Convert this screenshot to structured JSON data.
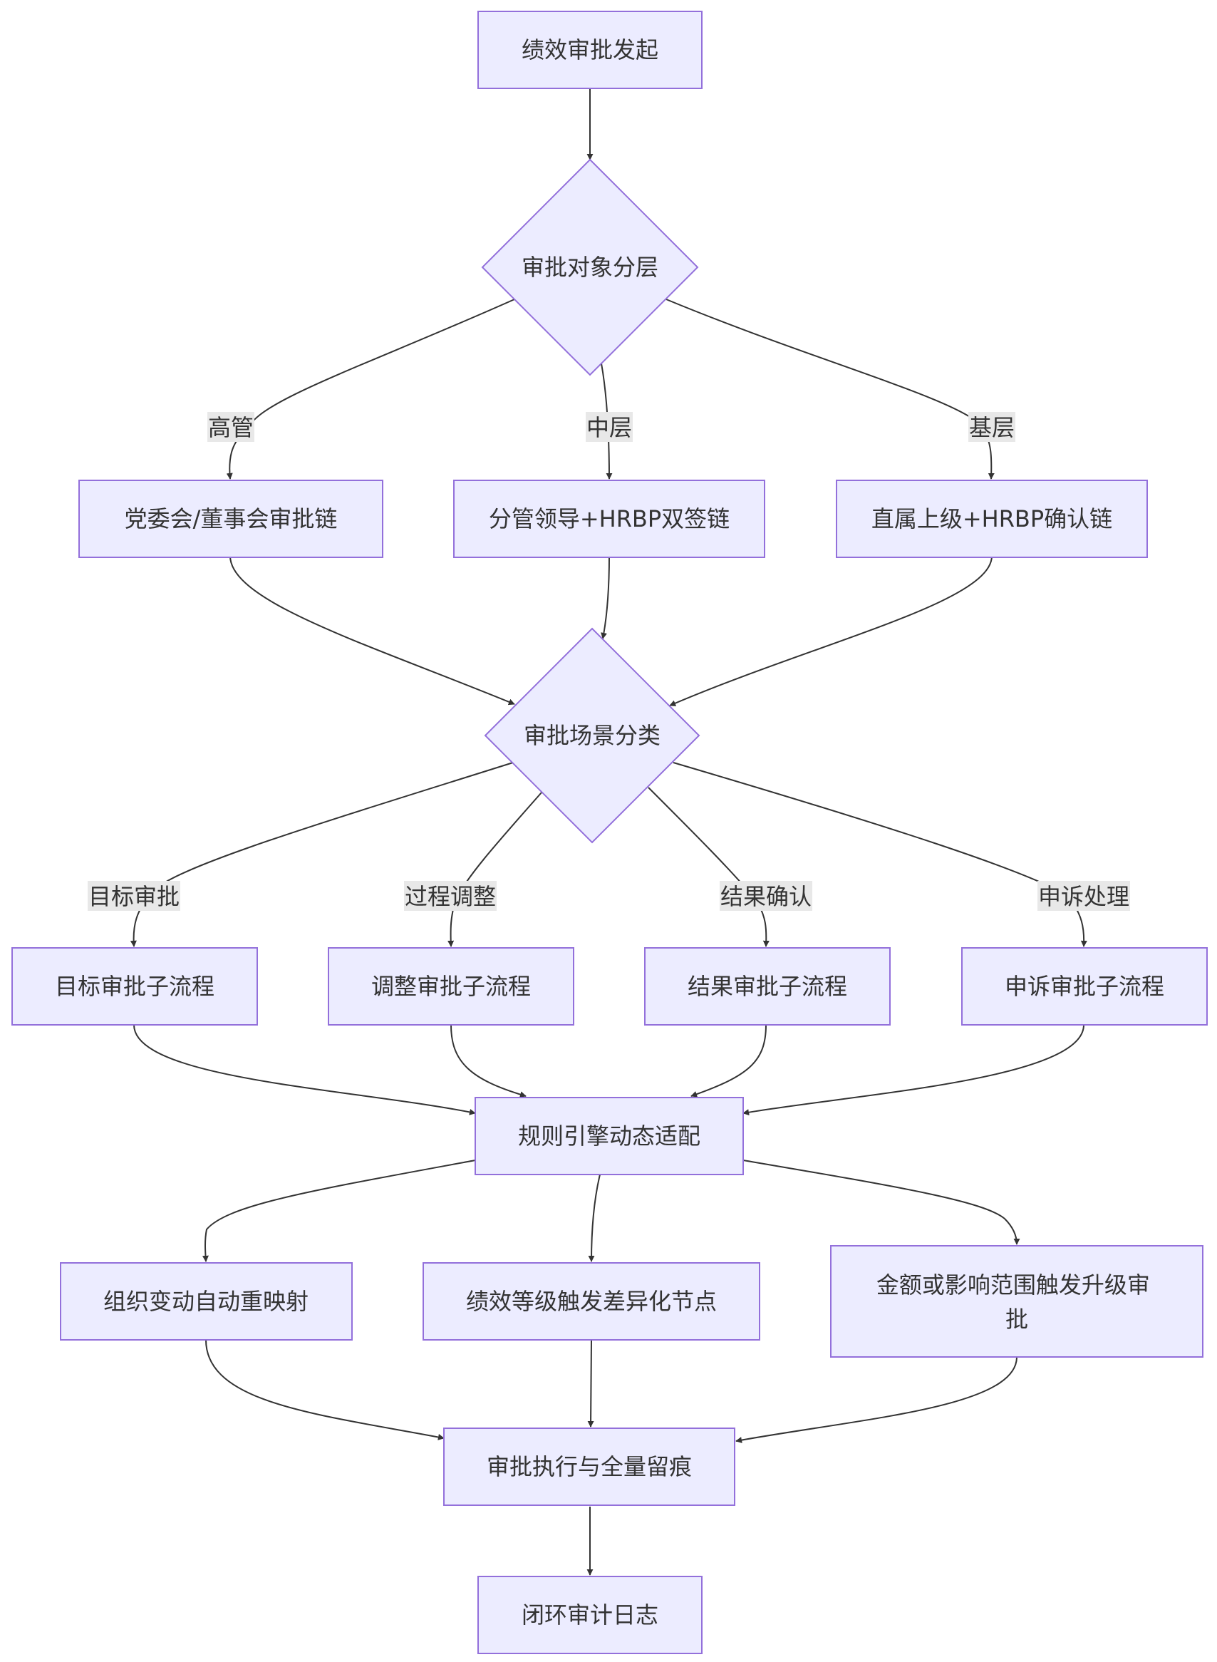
{
  "nodes": {
    "start": "绩效审批发起",
    "layer_decision": "审批对象分层",
    "chain_senior": "党委会/董事会审批链",
    "chain_middle": "分管领导+HRBP双签链",
    "chain_base": "直属上级+HRBP确认链",
    "scene_decision": "审批场景分类",
    "sub_goal": "目标审批子流程",
    "sub_adjust": "调整审批子流程",
    "sub_result": "结果审批子流程",
    "sub_appeal": "申诉审批子流程",
    "rule_engine": "规则引擎动态适配",
    "remap": "组织变动自动重映射",
    "grade_node": "绩效等级触发差异化节点",
    "escalate_line1": "金额或影响范围触发升级审",
    "escalate_line2": "批",
    "execute": "审批执行与全量留痕",
    "audit_log": "闭环审计日志"
  },
  "edge_labels": {
    "senior": "高管",
    "middle": "中层",
    "base": "基层",
    "goal": "目标审批",
    "adjust": "过程调整",
    "result": "结果确认",
    "appeal": "申诉处理"
  },
  "colors": {
    "node_fill": "#ECECFF",
    "node_stroke": "#9370DB",
    "edge": "#333333",
    "label_bg": "#E8E8E8"
  }
}
